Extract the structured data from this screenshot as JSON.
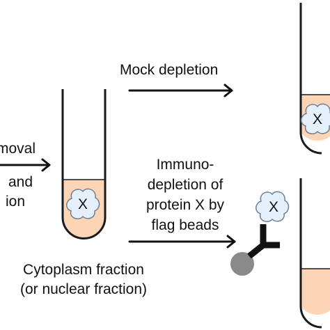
{
  "labels": {
    "removal_line1": "moval",
    "removal_line2": "and",
    "removal_line3": "ion",
    "mock_depletion": "Mock depletion",
    "immuno_line1": "Immuno-",
    "immuno_line2": "depletion of",
    "immuno_line3": "protein X by",
    "immuno_line4": "flag beads",
    "fraction_line1": "Cytoplasm fraction",
    "fraction_line2": "(or nuclear fraction)"
  },
  "protein_label": "X",
  "colors": {
    "liquid": "#fbd5b5",
    "outline": "#1a1a1a",
    "protein_fill": "#e6f0fb",
    "protein_edge": "#6f7f96",
    "antibody": "#111111",
    "bead": "#8a8a8a"
  }
}
